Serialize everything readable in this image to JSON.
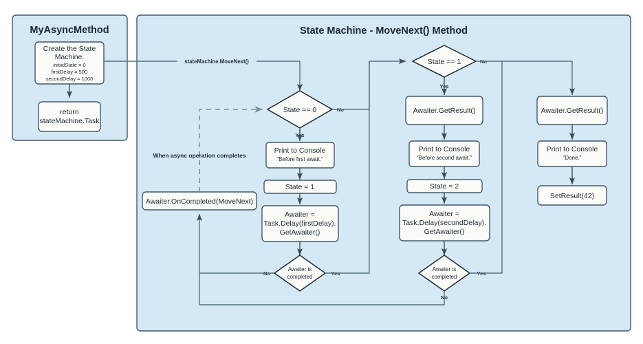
{
  "diagram": {
    "title_left": "MyAsyncMethod",
    "title_right": "State Machine - MoveNext() Method",
    "colors": {
      "container_fill": "#d5e8f5",
      "container_stroke": "#42596b",
      "node_fill": "#fbfbf7",
      "node_stroke": "#42596b",
      "edge_stroke": "#55707f",
      "text": "#1c2a33"
    }
  },
  "left_panel": {
    "title": "MyAsyncMethod",
    "nodes": {
      "create_sm": {
        "line1": "Create the State",
        "line2": "Machine.",
        "detail1": "initialState = 0",
        "detail2": "firstDelay = 500",
        "detail3": "secondDelay = 1000"
      },
      "return_task": {
        "line1": "return",
        "line2": "stateMachine.Task"
      }
    }
  },
  "right_panel": {
    "title": "State Machine - MoveNext() Method",
    "note": "When async operation completes",
    "nodes": {
      "on_completed": "Awaiter.OnCompleted(MoveNext)",
      "state0_decision": "State == 0",
      "state1_decision": "State == 1",
      "print1_line1": "Print to Console",
      "print1_line2": "\"Before first await.\"",
      "set_state1": "State = 1",
      "awaiter1_line1": "Awaiter =",
      "awaiter1_line2": "Task.Delay(firstDelay).",
      "awaiter1_line3": "GetAwaiter()",
      "awaiter1_done_line1": "Awaiter is",
      "awaiter1_done_line2": "completed",
      "get_result_mid": "Awaiter.GetResult()",
      "print2_line1": "Print to Console",
      "print2_line2": "\"Before second await.\"",
      "set_state2": "State = 2",
      "awaiter2_line1": "Awaiter =",
      "awaiter2_line2": "Task.Delay(secondDelay).",
      "awaiter2_line3": "GetAwaiter()",
      "awaiter2_done_line1": "Awaiter is",
      "awaiter2_done_line2": "completed",
      "get_result_right": "Awaiter.GetResult()",
      "print3_line1": "Print to Console",
      "print3_line2": "\"Done.\"",
      "set_result": "SetResult(42)"
    },
    "edge_labels": {
      "move_next": "stateMachine.MoveNext()",
      "state0_no": "No",
      "state0_yes": "Yes",
      "state1_no": "No",
      "state1_yes": "Yes",
      "awaiter1_no": "No",
      "awaiter1_yes": "Yes",
      "awaiter2_no": "No",
      "awaiter2_yes": "Yes"
    }
  }
}
